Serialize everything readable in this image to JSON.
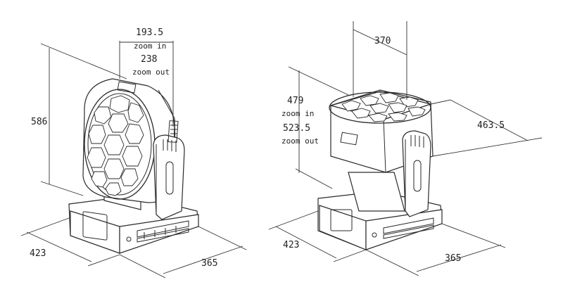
{
  "left_view": {
    "width_zoom_in": "193.5",
    "width_zoom_in_caption": "zoom in",
    "width_zoom_out": "238",
    "width_zoom_out_caption": "zoom out",
    "height": "586",
    "base_depth": "423",
    "base_width": "365"
  },
  "right_view": {
    "top_width": "370",
    "height_zoom_in": "479",
    "height_zoom_in_caption": "zoom in",
    "height_zoom_out": "523.5",
    "height_zoom_out_caption": "zoom out",
    "side_depth": "463.5",
    "base_depth": "423",
    "base_width": "365"
  },
  "colors": {
    "line": "#2a2a2a",
    "background": "#ffffff"
  }
}
